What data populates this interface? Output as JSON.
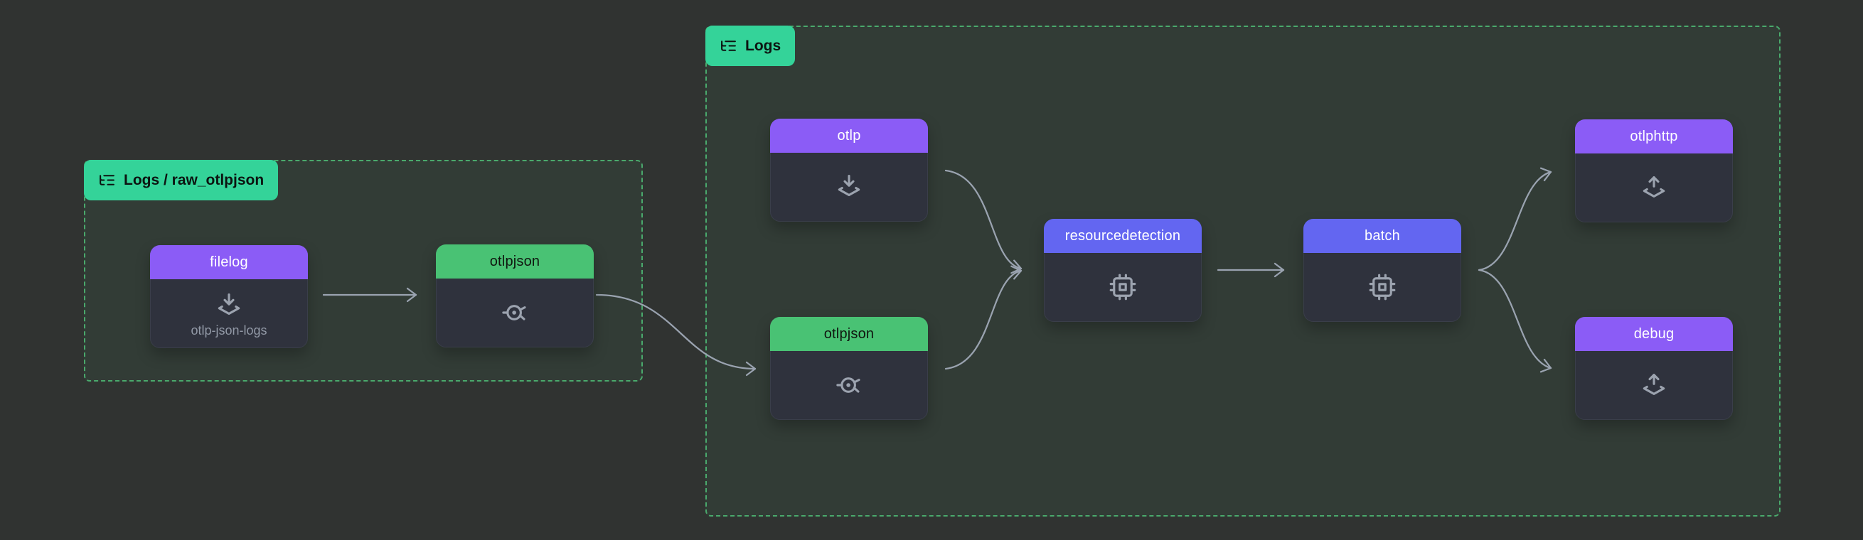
{
  "colors": {
    "background": "#303331",
    "group_border": "#4aa96c",
    "group_tab_bg": "#34d399",
    "group_tab_text": "#0c1411",
    "node_body_bg": "#2f323d",
    "receiver_header": "#8b5cf6",
    "exporter_header": "#8b5cf6",
    "processor_header": "#6366f1",
    "connector_header": "#49c274",
    "edge": "#9aa3b0",
    "node_icon": "#9ca3af",
    "sublabel_text": "#9299a6"
  },
  "groups": [
    {
      "label": "Logs / raw_otlpjson",
      "icon": "list-tree-icon",
      "nodes": [
        {
          "label": "filelog",
          "sublabel": "otlp-json-logs",
          "type": "receiver",
          "icon": "receiver-icon"
        },
        {
          "label": "otlpjson",
          "type": "connector",
          "icon": "connector-icon"
        }
      ]
    },
    {
      "label": "Logs",
      "icon": "list-tree-icon",
      "nodes": [
        {
          "label": "otlp",
          "type": "receiver",
          "icon": "receiver-icon"
        },
        {
          "label": "otlpjson",
          "type": "connector",
          "icon": "connector-icon"
        },
        {
          "label": "resourcedetection",
          "type": "processor",
          "icon": "processor-icon"
        },
        {
          "label": "batch",
          "type": "processor",
          "icon": "processor-icon"
        },
        {
          "label": "otlphttp",
          "type": "exporter",
          "icon": "exporter-icon"
        },
        {
          "label": "debug",
          "type": "exporter",
          "icon": "exporter-icon"
        }
      ]
    }
  ],
  "edges": [
    {
      "from": "filelog",
      "to": "otlpjson (raw_otlpjson)"
    },
    {
      "from": "otlpjson (raw_otlpjson)",
      "to": "otlpjson (Logs)"
    },
    {
      "from": "otlp",
      "to": "resourcedetection"
    },
    {
      "from": "otlpjson (Logs)",
      "to": "resourcedetection"
    },
    {
      "from": "resourcedetection",
      "to": "batch"
    },
    {
      "from": "batch",
      "to": "otlphttp"
    },
    {
      "from": "batch",
      "to": "debug"
    }
  ]
}
